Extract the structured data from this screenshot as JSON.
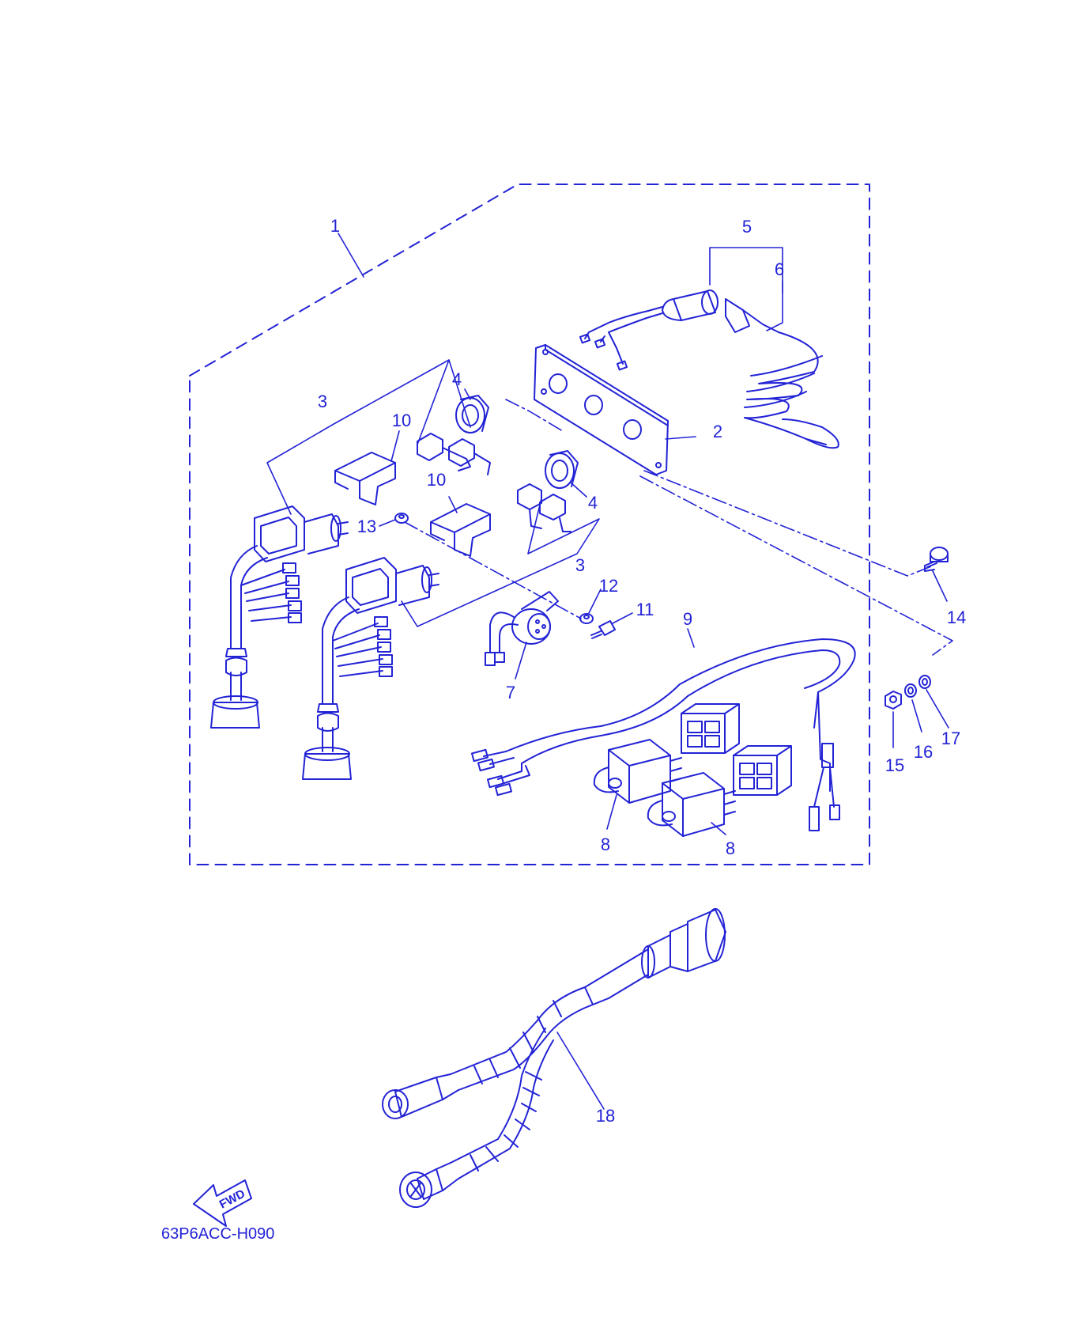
{
  "diagram": {
    "callouts": [
      {
        "id": "c1",
        "text": "1"
      },
      {
        "id": "c2",
        "text": "2"
      },
      {
        "id": "c3a",
        "text": "3"
      },
      {
        "id": "c3b",
        "text": "3"
      },
      {
        "id": "c4a",
        "text": "4"
      },
      {
        "id": "c4b",
        "text": "4"
      },
      {
        "id": "c5",
        "text": "5"
      },
      {
        "id": "c6",
        "text": "6"
      },
      {
        "id": "c7",
        "text": "7"
      },
      {
        "id": "c8a",
        "text": "8"
      },
      {
        "id": "c8b",
        "text": "8"
      },
      {
        "id": "c9",
        "text": "9"
      },
      {
        "id": "c10a",
        "text": "10"
      },
      {
        "id": "c10b",
        "text": "10"
      },
      {
        "id": "c11",
        "text": "11"
      },
      {
        "id": "c12",
        "text": "12"
      },
      {
        "id": "c13",
        "text": "13"
      },
      {
        "id": "c14",
        "text": "14"
      },
      {
        "id": "c15",
        "text": "15"
      },
      {
        "id": "c16",
        "text": "16"
      },
      {
        "id": "c17",
        "text": "17"
      },
      {
        "id": "c18",
        "text": "18"
      }
    ],
    "fwd_label": "FWD",
    "diagram_code": "63P6ACC-H090",
    "line_color": "#2323d6"
  }
}
